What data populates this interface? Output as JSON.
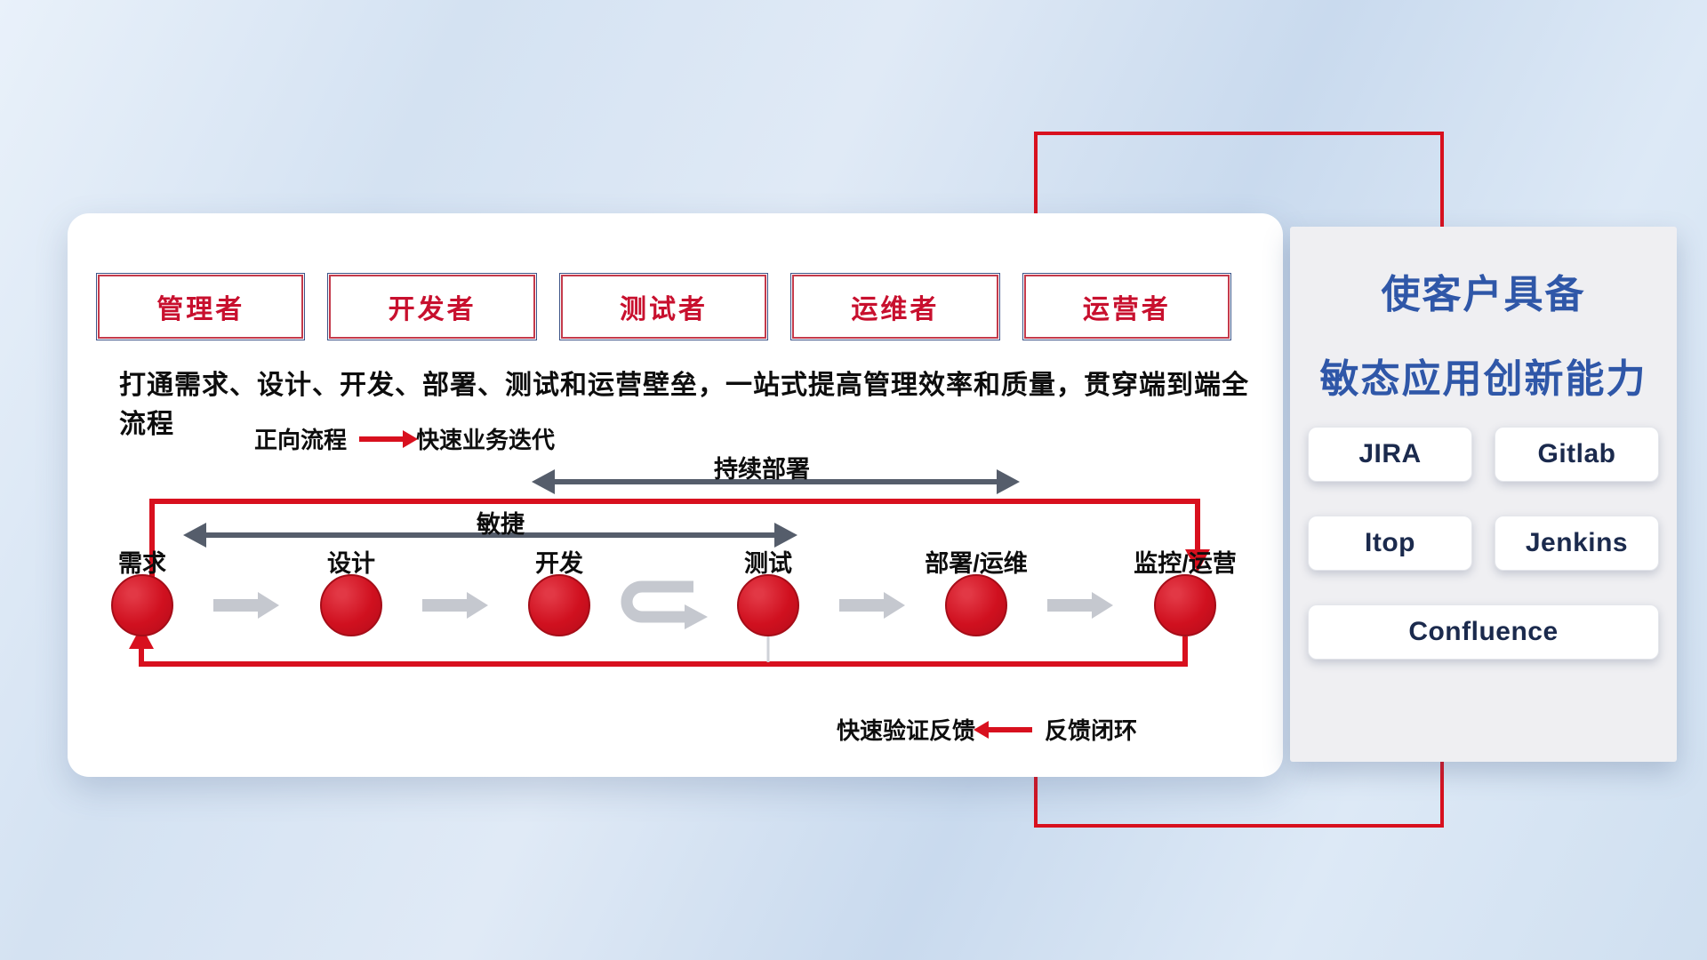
{
  "roles": [
    "管理者",
    "开发者",
    "测试者",
    "运维者",
    "运营者"
  ],
  "headline": "打通需求、设计、开发、部署、测试和运营壁垒，一站式提高管理效率和质量，贯穿端到端全流程",
  "legend_forward": {
    "label": "正向流程",
    "desc": "快速业务迭代"
  },
  "span_arrows": {
    "agile": "敏捷",
    "continuous_deploy": "持续部署"
  },
  "nodes": [
    "需求",
    "设计",
    "开发",
    "测试",
    "部署/运维",
    "监控/运营"
  ],
  "legend_feedback": {
    "desc": "快速验证反馈",
    "label": "反馈闭环"
  },
  "panel": {
    "title_line1": "使客户具备",
    "title_line2": "敏态应用创新能力",
    "tools": [
      "JIRA",
      "Gitlab",
      "Itop",
      "Jenkins",
      "Confluence"
    ]
  },
  "colors": {
    "red": "#d8101e",
    "title_blue": "#2f57a8",
    "role_text_red": "#c8102e",
    "dark_arrow": "#555d6b",
    "gray_arrow": "#c5c8cf"
  }
}
